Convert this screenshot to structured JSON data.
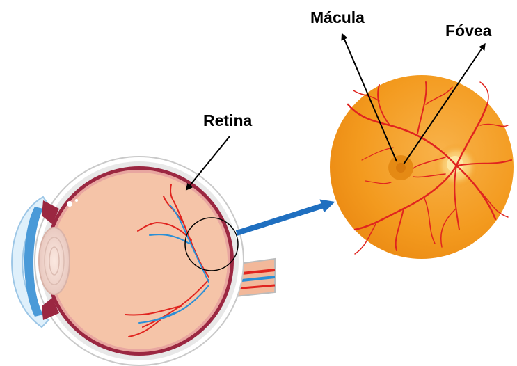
{
  "labels": {
    "macula": "Mácula",
    "fovea": "Fóvea",
    "retina": "Retina"
  },
  "colors": {
    "fundus_orange": "#f39a1e",
    "fundus_highlight": "#f9c76a",
    "vessel_red": "#e0241f",
    "eye_body": "#f5c4a8",
    "sclera_outer": "#eeeeee",
    "choroid": "#9b2741",
    "vein_blue": "#2a8fd6",
    "arrow_blue": "#1f6fc0"
  }
}
